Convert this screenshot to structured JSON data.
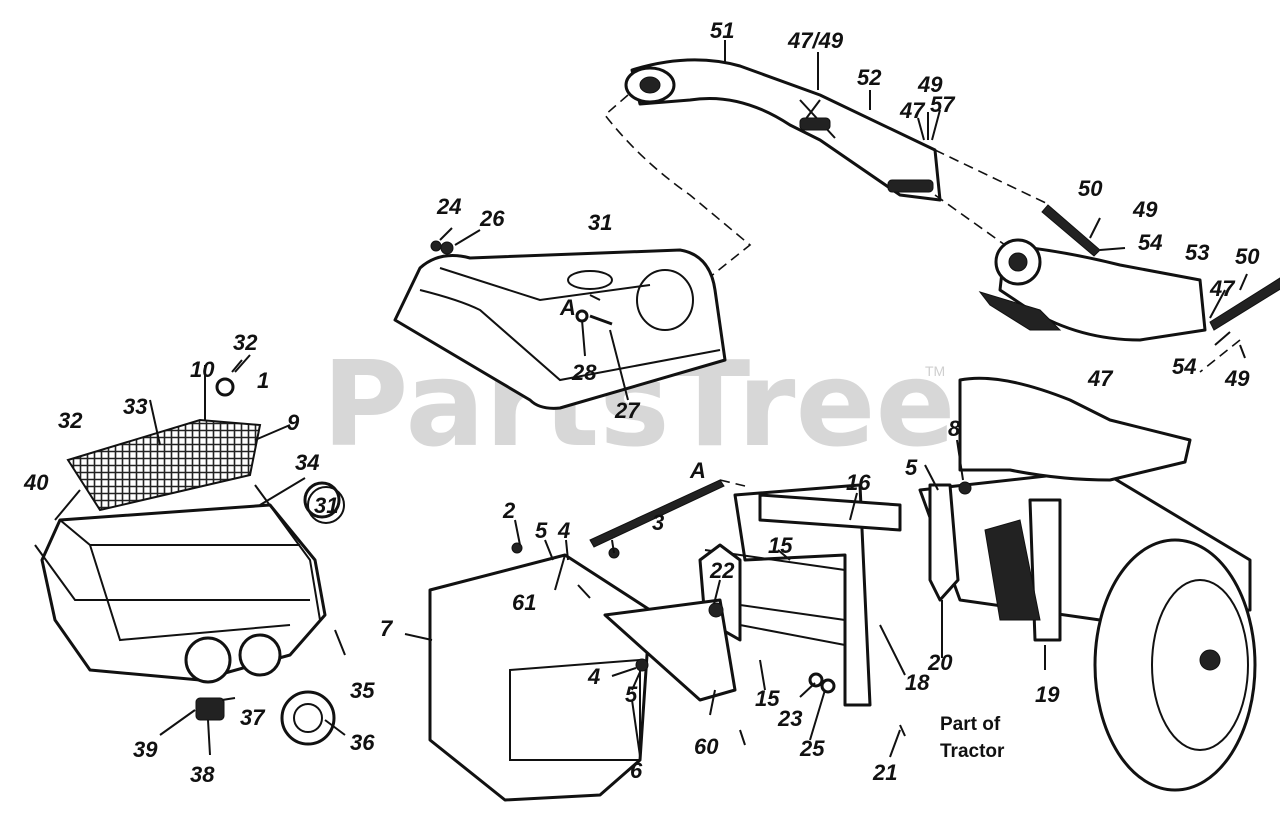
{
  "watermark": {
    "text": "PartsTree",
    "tm": "TM"
  },
  "notes": {
    "part_of": "Part of",
    "tractor": "Tractor",
    "circled": "31"
  },
  "callouts": [
    {
      "id": "51",
      "text": "51"
    },
    {
      "id": "47_49a",
      "text": "47/49"
    },
    {
      "id": "52",
      "text": "52"
    },
    {
      "id": "49a",
      "text": "49"
    },
    {
      "id": "47a",
      "text": "47"
    },
    {
      "id": "57",
      "text": "57"
    },
    {
      "id": "50a",
      "text": "50"
    },
    {
      "id": "49b",
      "text": "49"
    },
    {
      "id": "54a",
      "text": "54"
    },
    {
      "id": "53",
      "text": "53"
    },
    {
      "id": "50b",
      "text": "50"
    },
    {
      "id": "47b",
      "text": "47"
    },
    {
      "id": "47c",
      "text": "47"
    },
    {
      "id": "54b",
      "text": "54"
    },
    {
      "id": "49c",
      "text": "49"
    },
    {
      "id": "24",
      "text": "24"
    },
    {
      "id": "26",
      "text": "26"
    },
    {
      "id": "31",
      "text": "31"
    },
    {
      "id": "A1",
      "text": "A"
    },
    {
      "id": "28",
      "text": "28"
    },
    {
      "id": "27",
      "text": "27"
    },
    {
      "id": "32a",
      "text": "32"
    },
    {
      "id": "10",
      "text": "10"
    },
    {
      "id": "1",
      "text": "1"
    },
    {
      "id": "33",
      "text": "33"
    },
    {
      "id": "32b",
      "text": "32"
    },
    {
      "id": "9",
      "text": "9"
    },
    {
      "id": "40",
      "text": "40"
    },
    {
      "id": "34",
      "text": "34"
    },
    {
      "id": "35",
      "text": "35"
    },
    {
      "id": "39",
      "text": "39"
    },
    {
      "id": "37",
      "text": "37"
    },
    {
      "id": "36",
      "text": "36"
    },
    {
      "id": "38",
      "text": "38"
    },
    {
      "id": "2",
      "text": "2"
    },
    {
      "id": "5a",
      "text": "5"
    },
    {
      "id": "4a",
      "text": "4"
    },
    {
      "id": "3",
      "text": "3"
    },
    {
      "id": "61",
      "text": "61"
    },
    {
      "id": "7",
      "text": "7"
    },
    {
      "id": "4b",
      "text": "4"
    },
    {
      "id": "5b",
      "text": "5"
    },
    {
      "id": "6",
      "text": "6"
    },
    {
      "id": "60",
      "text": "60"
    },
    {
      "id": "A2",
      "text": "A"
    },
    {
      "id": "16",
      "text": "16"
    },
    {
      "id": "15a",
      "text": "15"
    },
    {
      "id": "22",
      "text": "22"
    },
    {
      "id": "15b",
      "text": "15"
    },
    {
      "id": "23",
      "text": "23"
    },
    {
      "id": "25",
      "text": "25"
    },
    {
      "id": "18",
      "text": "18"
    },
    {
      "id": "21",
      "text": "21"
    },
    {
      "id": "5c",
      "text": "5"
    },
    {
      "id": "8",
      "text": "8"
    },
    {
      "id": "20",
      "text": "20"
    },
    {
      "id": "19",
      "text": "19"
    }
  ]
}
